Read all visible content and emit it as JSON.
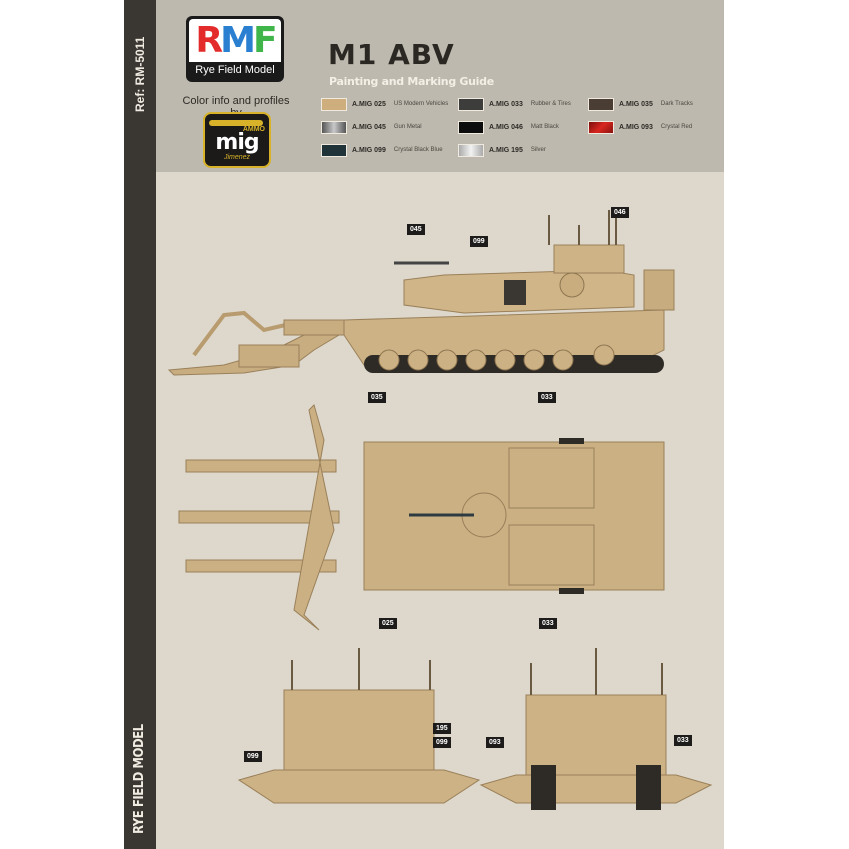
{
  "page": {
    "ref": "Ref: RM-5011",
    "side_brand": "RYE FIELD MODEL",
    "title": "M1 ABV",
    "subtitle": "Painting and Marking Guide",
    "credit": "Color info and profiles by",
    "colors": {
      "page_bg": "#ddd8cb",
      "header_bg": "#bdb9ae",
      "sidebar_bg": "#3a3632",
      "tank_sand": "#cdb285"
    }
  },
  "logos": {
    "rmf": {
      "letters": [
        "R",
        "M",
        "F"
      ],
      "caption": "Rye Field Model"
    },
    "mig": {
      "top": "AMMO",
      "main": "mig",
      "bottom": "Jimenez"
    }
  },
  "paints": [
    {
      "code": "A.MIG 025",
      "name": "US Modern Vehicles",
      "color": "#cfae7e"
    },
    {
      "code": "A.MIG 033",
      "name": "Rubber & Tires",
      "color": "#3d3d3b"
    },
    {
      "code": "A.MIG 035",
      "name": "Dark Tracks",
      "color": "#4a3e34"
    },
    {
      "code": "A.MIG 045",
      "name": "Gun Metal",
      "color": "#6e6e70"
    },
    {
      "code": "A.MIG 046",
      "name": "Matt Black",
      "color": "#0c0c0c"
    },
    {
      "code": "A.MIG 093",
      "name": "Crystal Red",
      "color": "#b81a16"
    },
    {
      "code": "A.MIG 099",
      "name": "Crystal Black Blue",
      "color": "#1f3338"
    },
    {
      "code": "A.MIG 195",
      "name": "Silver",
      "color": "#d4d4d2"
    }
  ],
  "views": {
    "side": {
      "callouts": [
        "045",
        "099",
        "046",
        "035",
        "033"
      ]
    },
    "top": {
      "callouts": [
        "025",
        "033"
      ]
    },
    "front": {
      "callouts": [
        "099",
        "195",
        "+",
        "099"
      ]
    },
    "rear": {
      "callouts": [
        "093",
        "033"
      ]
    }
  }
}
